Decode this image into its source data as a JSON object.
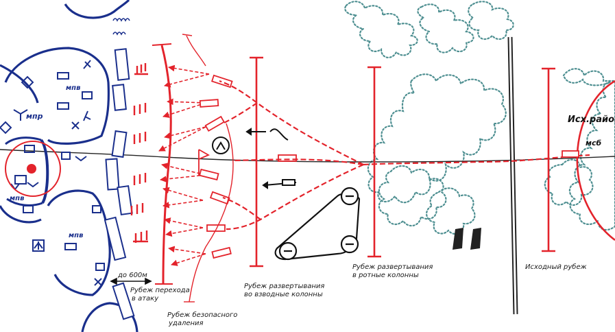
{
  "labels": {
    "mpr": "мпр",
    "mpb_top": "мпв",
    "mpb_left": "мпв",
    "mpb_bottom": "мпв",
    "distance": "до 600м",
    "attack_line_1": "Рубеж перехода",
    "attack_line_2": "в атаку",
    "safe_line_1": "Рубеж безопасного",
    "safe_line_2": "удаления",
    "platoon_line_1": "Рубеж развертывания",
    "platoon_line_2": "во взводные колонны",
    "company_line_1": "Рубеж развертывания",
    "company_line_2": "в ротные колонны",
    "start_line": "Исходный рубеж",
    "start_area": "Исх.район",
    "msb": "мсб"
  },
  "colors": {
    "enemy": "#1a2f8c",
    "friendly": "#e3232b",
    "forest": "#4e8f91",
    "road": "#222222"
  },
  "icons": [
    "tank-icon",
    "flag-icon",
    "artillery-icon",
    "helicopter-icon",
    "radiation-icon"
  ]
}
